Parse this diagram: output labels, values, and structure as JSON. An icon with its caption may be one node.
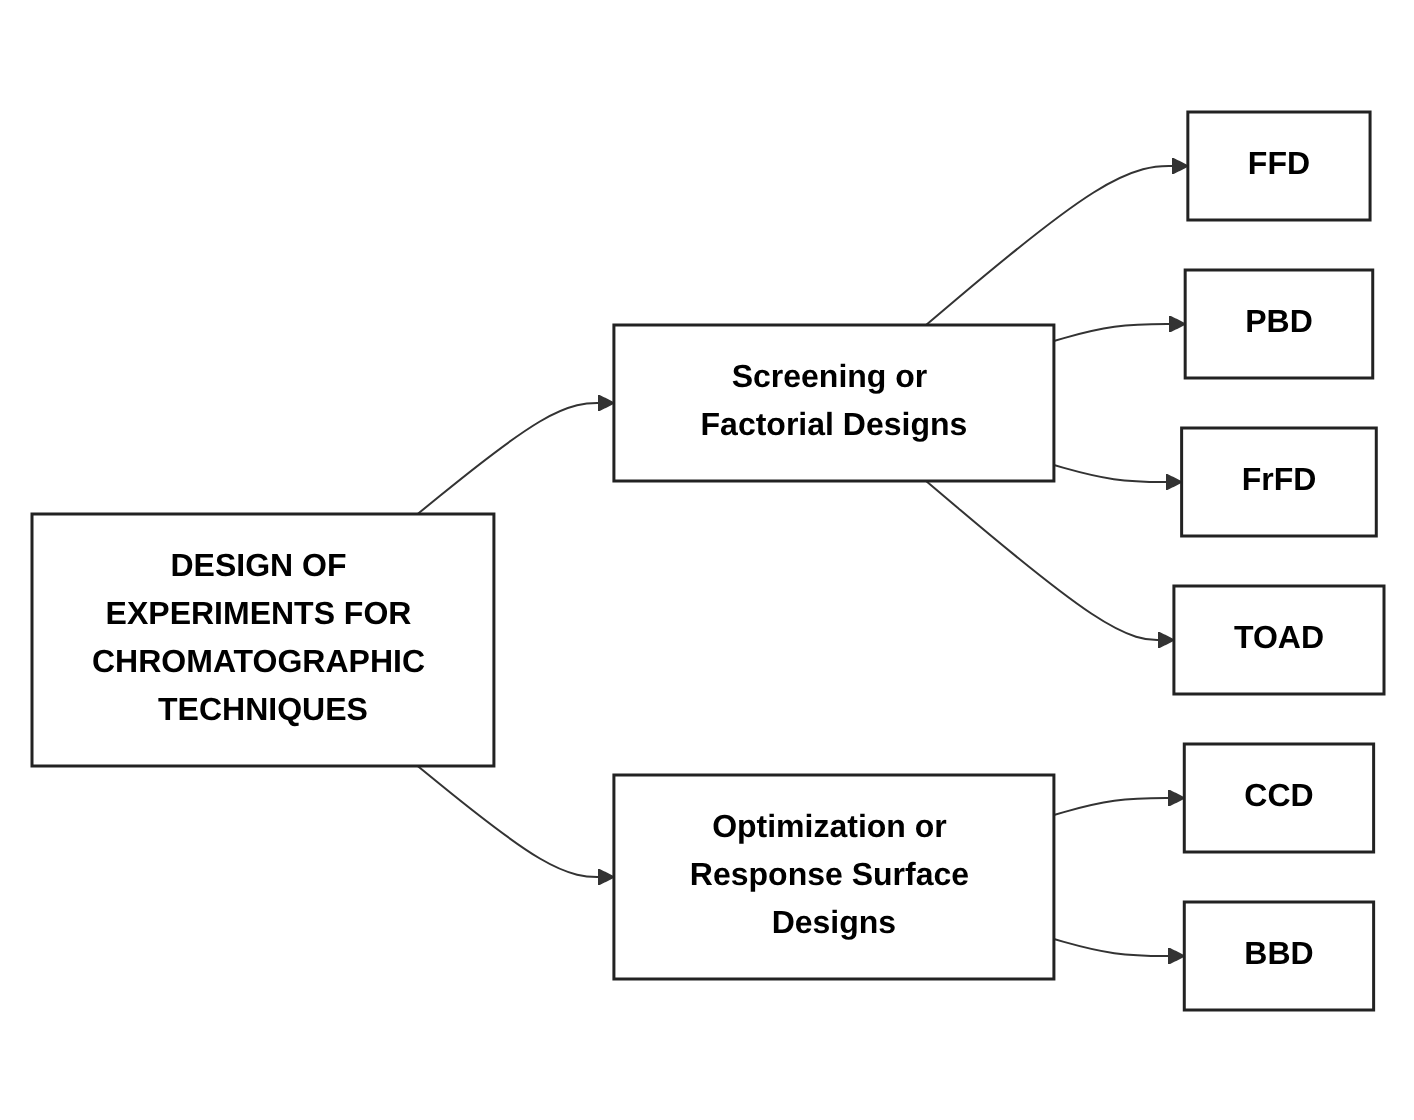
{
  "diagram": {
    "nodes": [
      {
        "text": [
          "DESIGN OF EXPERIMENTS FOR CHROMATOGRAPHIC TECHNIQUES"
        ]
      },
      {
        "text": [
          "Screening or Factorial Designs"
        ]
      },
      {
        "text": [
          "Optimization or Response Surface Designs"
        ]
      },
      {
        "text": [
          "FFD"
        ]
      },
      {
        "text": [
          "PBD"
        ]
      },
      {
        "text": [
          "FrFD"
        ]
      },
      {
        "text": [
          "TOAD"
        ]
      },
      {
        "text": [
          "CCD"
        ]
      },
      {
        "text": [
          "BBD"
        ]
      }
    ],
    "edges": [
      {
        "from": 0,
        "to": 1,
        "arrow": "to"
      },
      {
        "from": 0,
        "to": 2,
        "arrow": "to"
      },
      {
        "from": 1,
        "to": 3,
        "arrow": "to"
      },
      {
        "from": 1,
        "to": 4,
        "arrow": "to"
      },
      {
        "from": 1,
        "to": 5,
        "arrow": "to"
      },
      {
        "from": 1,
        "to": 6,
        "arrow": "to"
      },
      {
        "from": 2,
        "to": 7,
        "arrow": "to"
      },
      {
        "from": 2,
        "to": 8,
        "arrow": "to"
      }
    ]
  }
}
